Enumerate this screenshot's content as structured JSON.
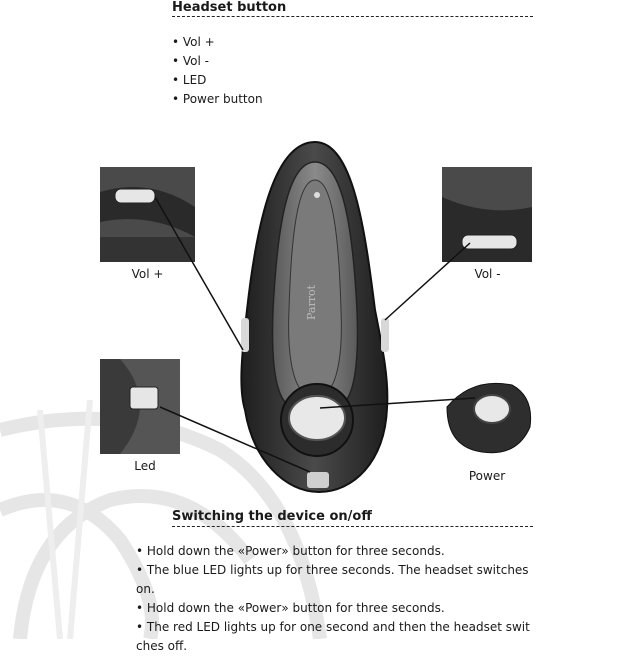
{
  "section1": {
    "title": "Headset button",
    "items": [
      "Vol +",
      "Vol -",
      "LED",
      "Power button"
    ]
  },
  "figure": {
    "captions": {
      "vol_plus": "Vol +",
      "vol_minus": "Vol -",
      "led": "Led",
      "power": "Power"
    },
    "brand_text": "Parrot"
  },
  "section2": {
    "title": "Switching the device on/off",
    "items": [
      "Hold down the «Power» button for three seconds.",
      "The blue LED lights up for three seconds. The headset switches on.",
      "Hold down the «Power» button for three seconds.",
      "The red LED lights up for one second and then the headset swit ches off."
    ]
  }
}
